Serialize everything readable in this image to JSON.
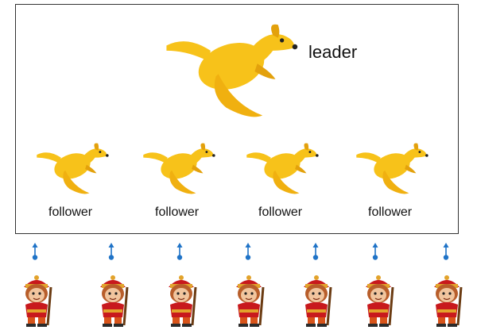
{
  "labels": {
    "leader": "leader",
    "followers": [
      "follower",
      "follower",
      "follower",
      "follower"
    ]
  },
  "colors": {
    "kangaroo": "#f7c21a",
    "kangaroo_dark": "#e3a10c",
    "arrow": "#1f73c7",
    "frame": "#333333",
    "monkey_red": "#c8191d",
    "monkey_face": "#f1c59e"
  },
  "icons": {
    "leader": "kangaroo-icon",
    "follower": "kangaroo-icon",
    "agent": "monkey-king-icon",
    "signal": "arrow-up-icon"
  }
}
